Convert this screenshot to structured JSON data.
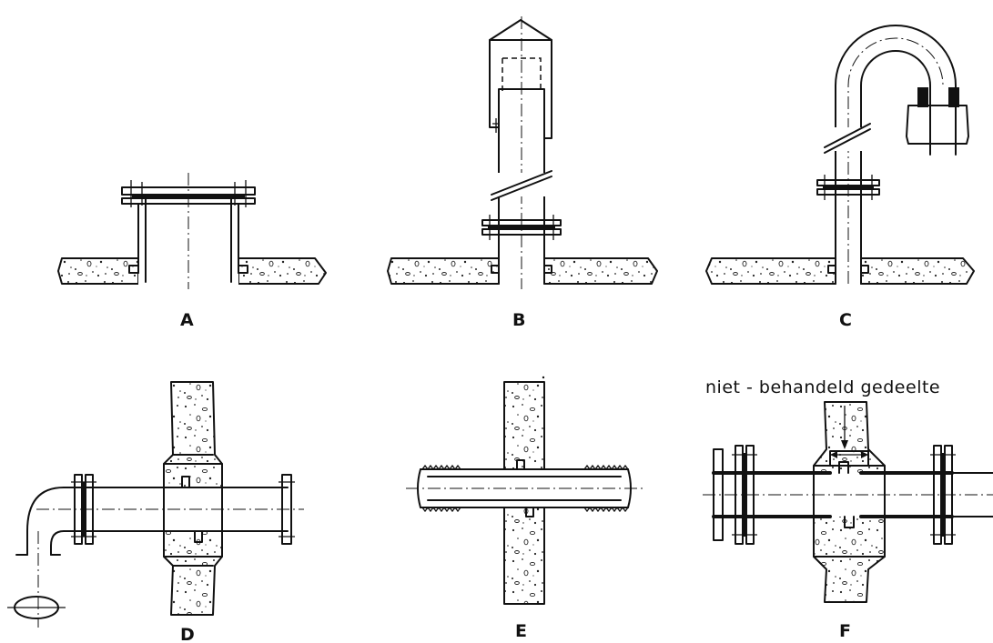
{
  "labels": {
    "a": "A",
    "b": "B",
    "c": "C",
    "d": "D",
    "e": "E",
    "f": "F"
  },
  "annotation": "niet - behandeld gedeelte"
}
